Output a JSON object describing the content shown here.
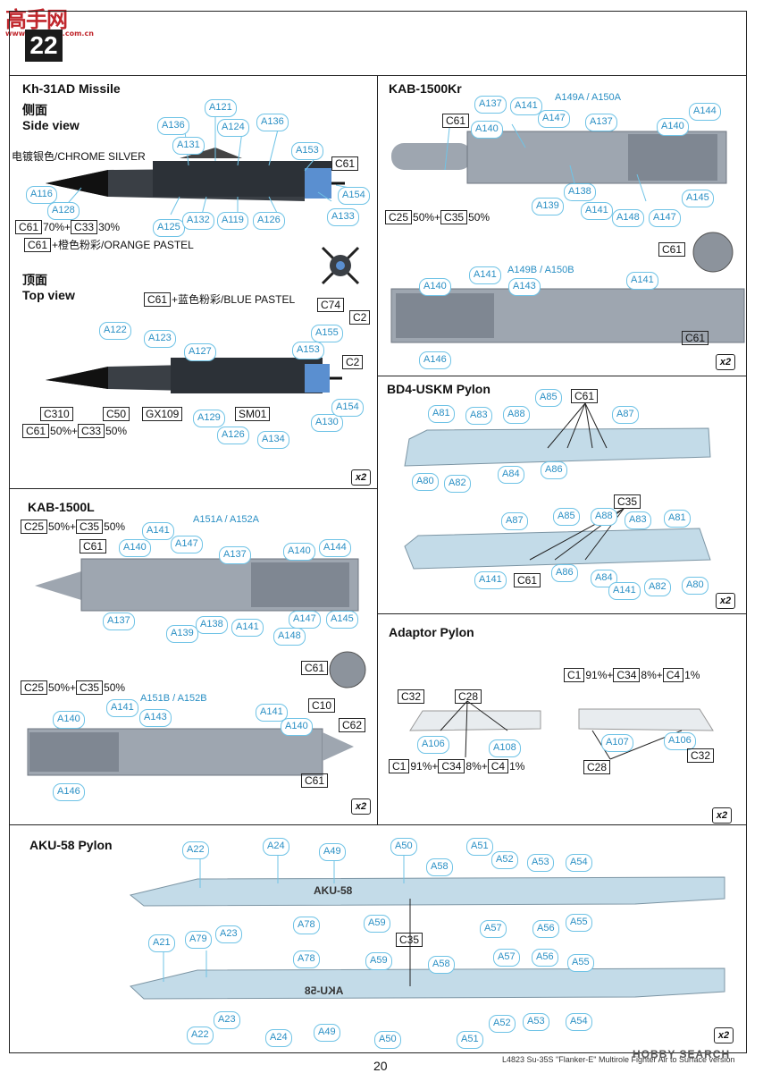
{
  "watermark": {
    "chinese": "高手网",
    "url": "www.Gaoshou.com.cn"
  },
  "step_number": "22",
  "panels": {
    "kh31": {
      "title": "Kh-31AD Missile",
      "side_cn": "侧面",
      "side_en": "Side view",
      "top_cn": "顶面",
      "top_en": "Top view",
      "chrome": "电镀银色/CHROME SILVER",
      "mix1": "70%+",
      "mix1b": "30%",
      "orange": "+橙色粉彩/ORANGE PASTEL",
      "blue": "+蓝色粉彩/BLUE PASTEL",
      "mix2": "50%+",
      "mix2b": "50%",
      "x2": "x2"
    },
    "kab1500kr": {
      "title": "KAB-1500Kr",
      "a149": "A149A / A150A",
      "a149b": "A149B / A150B",
      "mix": "50%+",
      "mixb": "50%",
      "x2": "x2"
    },
    "kab1500l": {
      "title": "KAB-1500L",
      "a151": "A151A / A152A",
      "a151b": "A151B / A152B",
      "mix": "50%+",
      "mixb": "50%",
      "x2": "x2"
    },
    "bd4": {
      "title": "BD4-USKM Pylon",
      "x2": "x2"
    },
    "adaptor": {
      "title": "Adaptor Pylon",
      "mix1": "91%+",
      "mix2": "8%+",
      "mix3": "1%",
      "x2": "x2"
    },
    "aku58": {
      "title": "AKU-58 Pylon",
      "label": "AKU-58",
      "x2": "x2"
    }
  },
  "paint_codes": {
    "c61": "C61",
    "c33": "C33",
    "c74": "C74",
    "c2": "C2",
    "c310": "C310",
    "c50": "C50",
    "gx109": "GX109",
    "sm01": "SM01",
    "c25": "C25",
    "c35": "C35",
    "c10": "C10",
    "c62": "C62",
    "c1": "C1",
    "c34": "C34",
    "c4": "C4",
    "c32": "C32",
    "c28": "C28"
  },
  "footer": {
    "product": "L4823  Su-35S \"Flanker-E\" Multirole Fighter Air to Surface version",
    "brand": "HOBBY SEARCH",
    "page": "20"
  }
}
